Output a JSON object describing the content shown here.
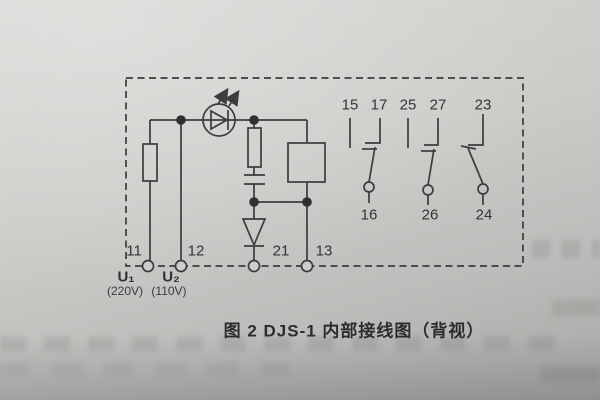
{
  "caption": "图 2 DJS-1 内部接线图（背视）",
  "enclosure": {
    "bottom_terminals": [
      {
        "label": "11"
      },
      {
        "label": "12"
      },
      {
        "label": "21"
      },
      {
        "label": "13"
      }
    ],
    "power_inputs": [
      {
        "name": "U₁",
        "voltage": "(220V)"
      },
      {
        "name": "U₂",
        "voltage": "(110V)"
      }
    ],
    "contacts": {
      "top_labels": [
        "15",
        "17",
        "25",
        "27",
        "23"
      ],
      "bottom_labels": [
        "16",
        "26",
        "24"
      ]
    },
    "symbols": [
      "resistor",
      "indicator-led",
      "resistor",
      "capacitor",
      "diode",
      "relay-coil",
      "changeover-contacts"
    ],
    "colors": {
      "ink": "#3b3c3e",
      "paper": "#c9cbc7",
      "dot": "#2e2f31"
    }
  }
}
